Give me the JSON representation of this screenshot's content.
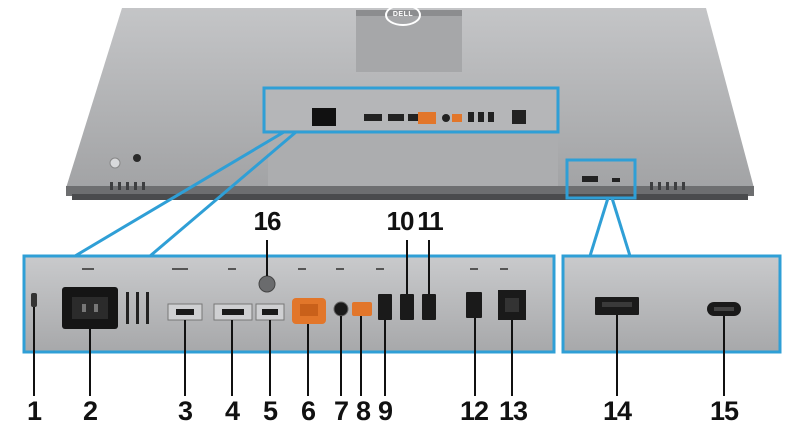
{
  "image": {
    "brand_logo_text": "DELL",
    "callouts": [
      {
        "number": "1",
        "part": "security-lock-slot"
      },
      {
        "number": "2",
        "part": "power-connector"
      },
      {
        "number": "3",
        "part": "displayport"
      },
      {
        "number": "4",
        "part": "hdmi-port"
      },
      {
        "number": "5",
        "part": "displayport-in"
      },
      {
        "number": "6",
        "part": "stand-lock"
      },
      {
        "number": "7",
        "part": "audio-line-out"
      },
      {
        "number": "8",
        "part": "usb-c-port"
      },
      {
        "number": "9",
        "part": "usb-a-downstream-port"
      },
      {
        "number": "10",
        "part": "usb-a-downstream-port"
      },
      {
        "number": "11",
        "part": "usb-a-downstream-port"
      },
      {
        "number": "12",
        "part": "usb-a-downstream-port"
      },
      {
        "number": "13",
        "part": "rj45-port"
      },
      {
        "number": "14",
        "part": "usb-a-quick-access-port"
      },
      {
        "number": "15",
        "part": "usb-c-quick-access-port"
      },
      {
        "number": "16",
        "part": "stand-release-screw"
      }
    ]
  },
  "colors": {
    "bezel_gray": "#a9abad",
    "panel_gray": "#b7b8ba",
    "callout_blue": "#2f9fd6",
    "port_black": "#1a1a1a",
    "accent_orange": "#e2762a"
  }
}
